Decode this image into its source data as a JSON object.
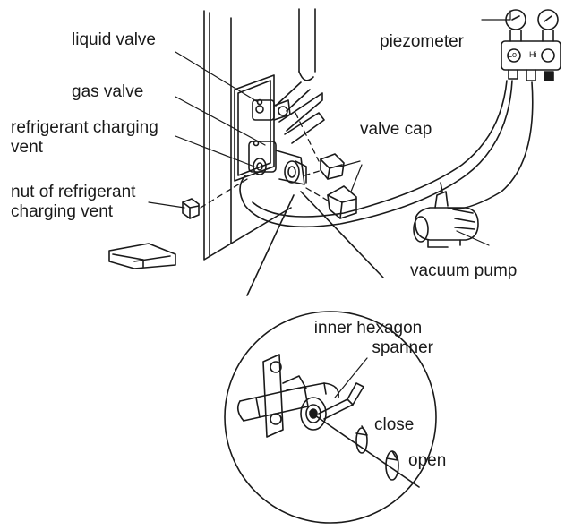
{
  "labels": {
    "liquid_valve": "liquid valve",
    "gas_valve": "gas valve",
    "charging_vent_line1": "refrigerant charging",
    "charging_vent_line2": "vent",
    "nut_line1": "nut of refrigerant",
    "nut_line2": "charging vent",
    "valve_cap": "valve cap",
    "piezometer": "piezometer",
    "gauge_lo": "Lo",
    "gauge_hi": "Hi",
    "vacuum_pump": "vacuum pump",
    "spanner_line1": "inner hexagon",
    "spanner_line2": "spanner",
    "close": "close",
    "open": "open"
  },
  "colors": {
    "line": "#1a1a1a",
    "background": "#ffffff"
  }
}
